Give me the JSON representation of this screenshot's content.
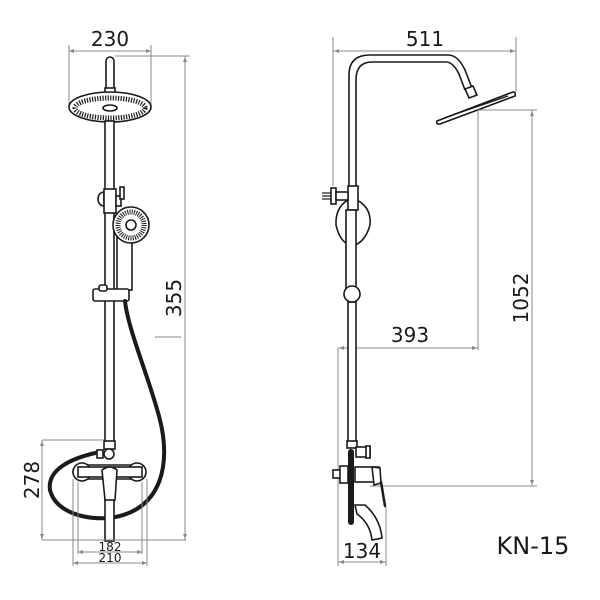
{
  "diagram": {
    "type": "technical-drawing",
    "subject": "shower column with bath mixer",
    "model": "KN-15",
    "colors": {
      "line": "#1a1a1a",
      "dimension": "#888888",
      "background": "#ffffff"
    },
    "front_view": {
      "dimensions": {
        "shower_head_width": "230",
        "total_height": "355",
        "mixer_height": "278",
        "mixer_inner_width": "182",
        "mixer_outer_width": "210"
      }
    },
    "side_view": {
      "dimensions": {
        "arm_reach": "511",
        "head_projection": "393",
        "head_height": "1052",
        "spout_projection": "134"
      }
    }
  }
}
